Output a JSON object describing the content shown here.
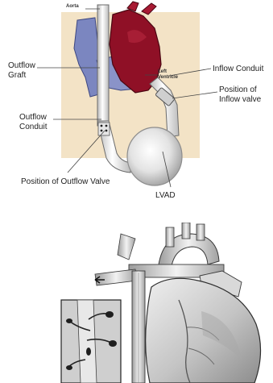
{
  "top_diagram": {
    "labels": {
      "aorta": "Aorta",
      "outflow_graft": "Outflow\nGraft",
      "left_ventricle": "Left\nVentricle",
      "inflow_conduit": "Inflow Conduit",
      "position_inflow_valve": "Position of\nInflow valve",
      "outflow_conduit": "Outflow\nConduit",
      "position_outflow_valve": "Position of Outflow Valve",
      "lvad": "LVAD"
    }
  },
  "colors": {
    "background_tan": "#f3e3c6",
    "ventricle_red": "#8f1026",
    "vein_blue": "#7b86c0",
    "device_gray": "#d9d9d9",
    "line": "#444444"
  }
}
